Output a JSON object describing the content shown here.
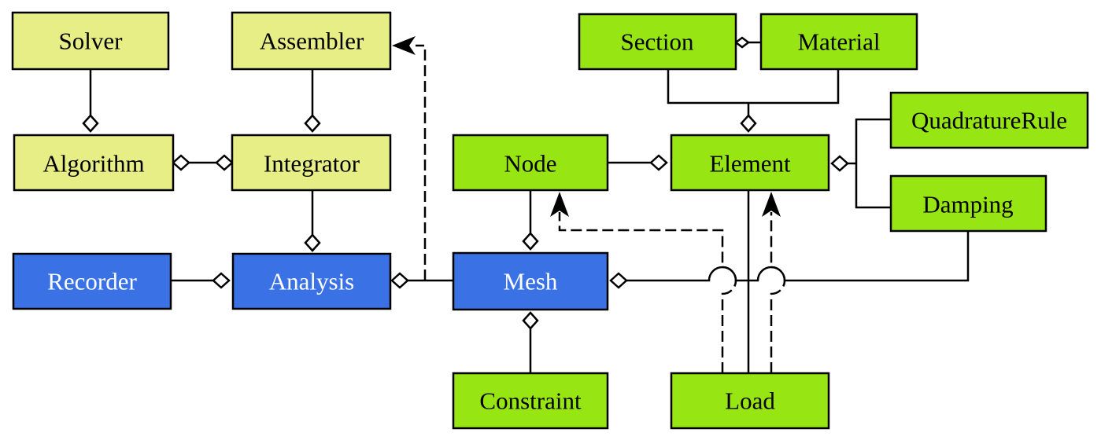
{
  "colors": {
    "yellow": "#e8ee86",
    "green": "#97e614",
    "blue": "#3a72e6",
    "text_dark": "#000000",
    "text_light": "#ffffff"
  },
  "nodes": [
    {
      "id": "solver",
      "label": "Solver",
      "color": "yellow"
    },
    {
      "id": "assembler",
      "label": "Assembler",
      "color": "yellow"
    },
    {
      "id": "algorithm",
      "label": "Algorithm",
      "color": "yellow"
    },
    {
      "id": "integrator",
      "label": "Integrator",
      "color": "yellow"
    },
    {
      "id": "recorder",
      "label": "Recorder",
      "color": "blue"
    },
    {
      "id": "analysis",
      "label": "Analysis",
      "color": "blue"
    },
    {
      "id": "mesh",
      "label": "Mesh",
      "color": "blue"
    },
    {
      "id": "section",
      "label": "Section",
      "color": "green"
    },
    {
      "id": "material",
      "label": "Material",
      "color": "green"
    },
    {
      "id": "node",
      "label": "Node",
      "color": "green"
    },
    {
      "id": "element",
      "label": "Element",
      "color": "green"
    },
    {
      "id": "quadrature-rule",
      "label": "QuadratureRule",
      "color": "green"
    },
    {
      "id": "damping",
      "label": "Damping",
      "color": "green"
    },
    {
      "id": "constraint",
      "label": "Constraint",
      "color": "green"
    },
    {
      "id": "load",
      "label": "Load",
      "color": "green"
    }
  ],
  "edges": [
    {
      "id": "solver-algorithm",
      "from": "solver",
      "to": "algorithm",
      "kind": "aggregation"
    },
    {
      "id": "assembler-integrator",
      "from": "assembler",
      "to": "integrator",
      "kind": "aggregation"
    },
    {
      "id": "algorithm-integrator",
      "from": "algorithm",
      "to": "integrator",
      "kind": "aggregation-both"
    },
    {
      "id": "integrator-analysis",
      "from": "integrator",
      "to": "analysis",
      "kind": "aggregation"
    },
    {
      "id": "recorder-analysis",
      "from": "recorder",
      "to": "analysis",
      "kind": "aggregation"
    },
    {
      "id": "mesh-analysis",
      "from": "mesh",
      "to": "analysis",
      "kind": "aggregation"
    },
    {
      "id": "analysis-assembler",
      "from": "analysis",
      "to": "assembler",
      "kind": "dependency"
    },
    {
      "id": "section-material",
      "from": "material",
      "to": "section",
      "kind": "aggregation"
    },
    {
      "id": "section-material-element",
      "from": "section",
      "to": "element",
      "kind": "aggregation"
    },
    {
      "id": "node-element",
      "from": "node",
      "to": "element",
      "kind": "aggregation"
    },
    {
      "id": "quadrature-element",
      "from": "quadrature-rule",
      "to": "element",
      "kind": "aggregation"
    },
    {
      "id": "damping-element",
      "from": "damping",
      "to": "element",
      "kind": "aggregation"
    },
    {
      "id": "node-mesh",
      "from": "node",
      "to": "mesh",
      "kind": "aggregation"
    },
    {
      "id": "damping-mesh",
      "from": "damping",
      "to": "mesh",
      "kind": "aggregation"
    },
    {
      "id": "constraint-mesh",
      "from": "constraint",
      "to": "mesh",
      "kind": "aggregation"
    },
    {
      "id": "load-element",
      "from": "load",
      "to": "element",
      "kind": "association"
    },
    {
      "id": "load-node-dep",
      "from": "load",
      "to": "node",
      "kind": "dependency"
    },
    {
      "id": "load-element-dep",
      "from": "load",
      "to": "element",
      "kind": "dependency"
    }
  ]
}
